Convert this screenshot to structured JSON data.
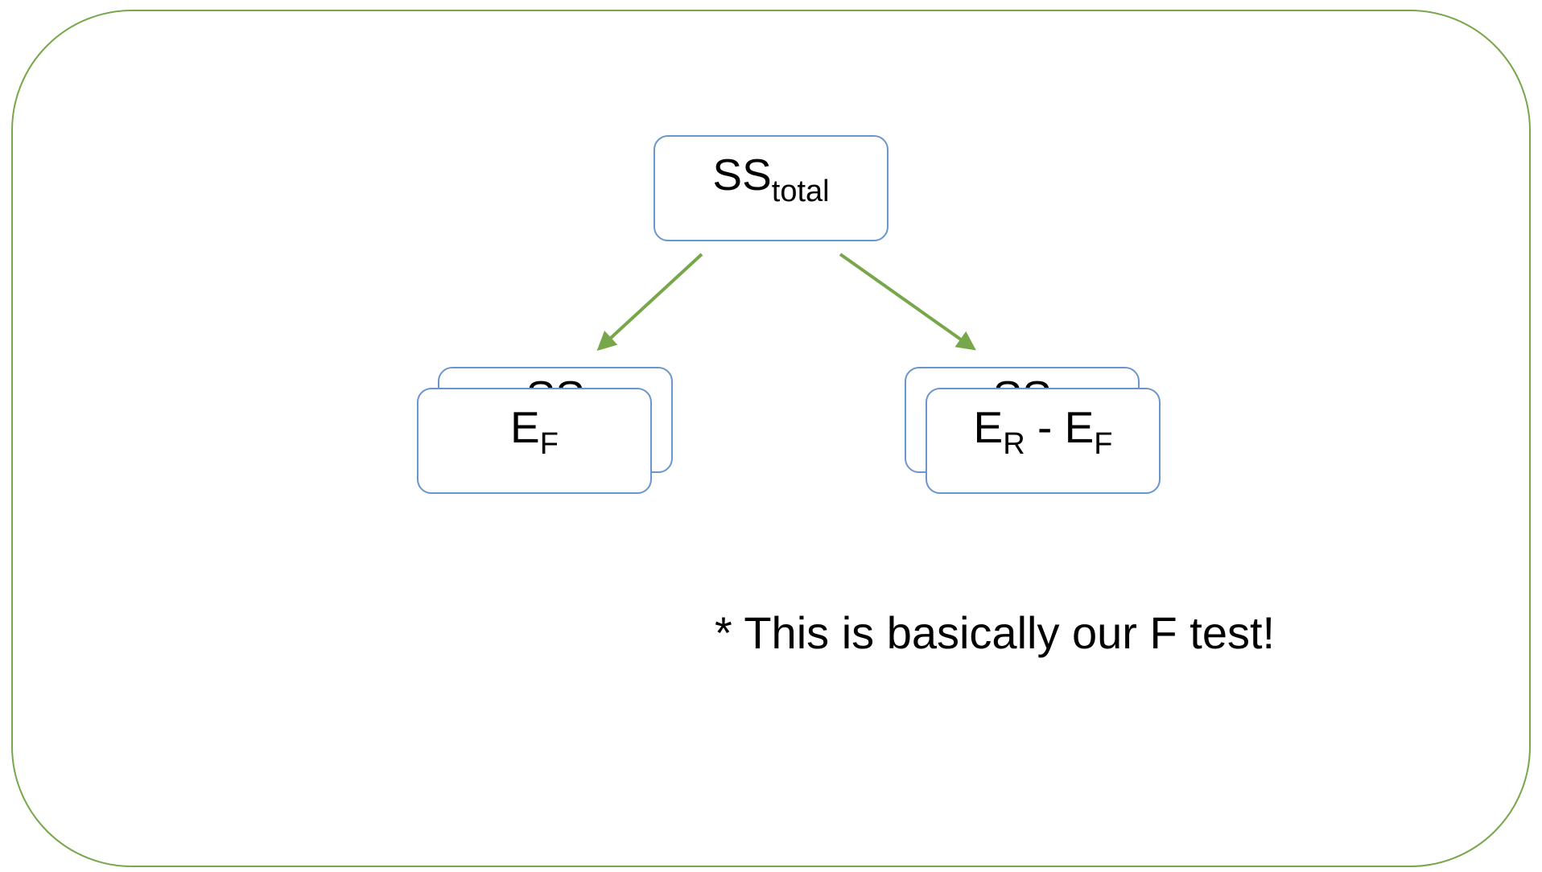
{
  "diagram": {
    "root": {
      "main": "SS",
      "sub": "total"
    },
    "left_back": {
      "main": "SS",
      "sub": ""
    },
    "left_front": {
      "main": "E",
      "sub": "F"
    },
    "right_back": {
      "main": "SS",
      "sub": ""
    },
    "right_front": {
      "main1": "E",
      "sub1": "R",
      "sep": " - ",
      "main2": "E",
      "sub2": "F"
    },
    "note": "* This is basically our F test!"
  },
  "colors": {
    "frame": "#77a74a",
    "arrow": "#77a74a",
    "box_border": "#6b96cc"
  }
}
